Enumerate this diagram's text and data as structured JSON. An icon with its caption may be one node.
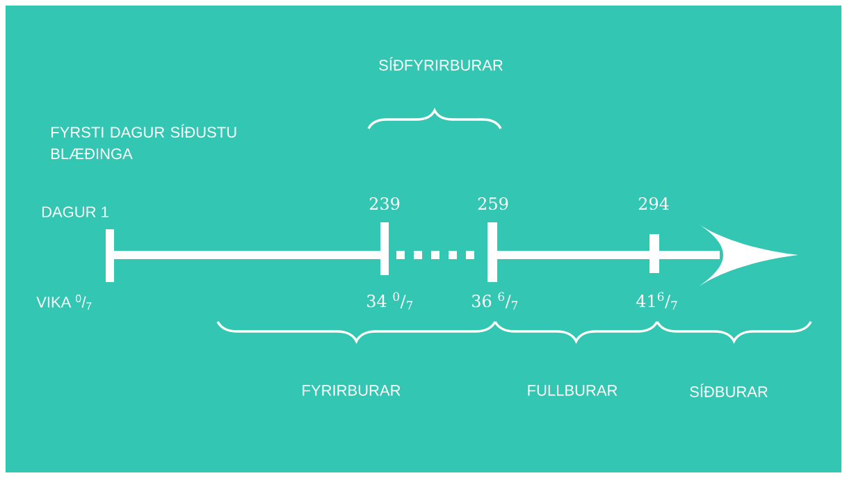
{
  "diagram": {
    "labels": [
      "SÍÐFYRIRBURAR",
      "FYRSTI DAGUR SÍÐUSTU BLÆÐINGA",
      "DAGUR 1",
      "239",
      "259",
      "294",
      "VIKA $^{0}$/$_{7}$",
      "34 $^{0}$/$_{7}$",
      "36 $^{6}$/$_{7}$",
      "41$^{6}$/$_{7}$",
      "FYRIRBURAR",
      "FULLBURAR",
      "SÍÐBURAR"
    ]
  }
}
